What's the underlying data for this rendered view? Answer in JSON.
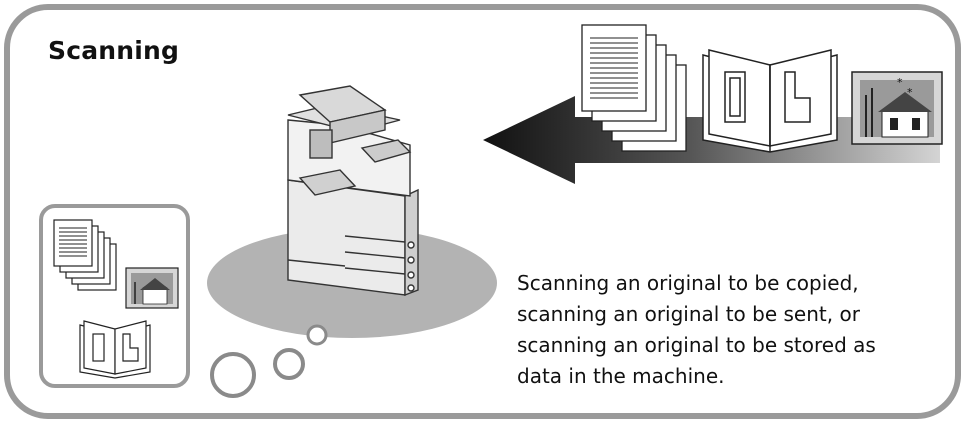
{
  "heading": "Scanning",
  "description": {
    "line1": "Scanning an original to be copied,",
    "line2": "scanning an original to be sent, or",
    "line3": "scanning an original to be stored as",
    "line4": "data in the machine."
  },
  "colors": {
    "frame": "#9a9a9a",
    "shadow": "#b3b3b3",
    "arrow_dark": "#1a1a1a",
    "arrow_light": "#cfcfcf",
    "machine": "#e6e6e6"
  },
  "icons": {
    "machine": "multifunction-printer-icon",
    "documents": "document-stack-icon",
    "book": "open-book-icon",
    "photo": "photo-icon"
  }
}
